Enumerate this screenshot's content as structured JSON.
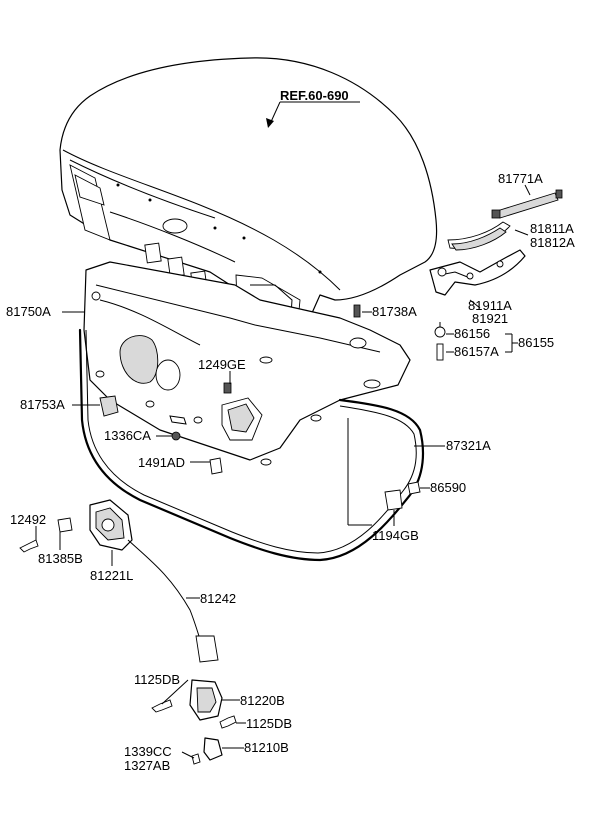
{
  "reference": {
    "text": "REF.60-690"
  },
  "labels": {
    "p81771A": "81771A",
    "p81811A": "81811A",
    "p81812A": "81812A",
    "p81911A": "81911A",
    "p81921": "81921",
    "p81750A": "81750A",
    "p81738A": "81738A",
    "p86156": "86156",
    "p86157A": "86157A",
    "p86155": "86155",
    "p1249GE": "1249GE",
    "p81753A": "81753A",
    "p1336CA": "1336CA",
    "p87321A": "87321A",
    "p1491AD": "1491AD",
    "p86590": "86590",
    "p12492": "12492",
    "p81385B": "81385B",
    "p1194GB": "1194GB",
    "p81221L": "81221L",
    "p81242": "81242",
    "p1125DB_a": "1125DB",
    "p81220B": "81220B",
    "p1125DB_b": "1125DB",
    "p1339CC": "1339CC",
    "p81210B": "81210B",
    "p1327AB": "1327AB"
  }
}
